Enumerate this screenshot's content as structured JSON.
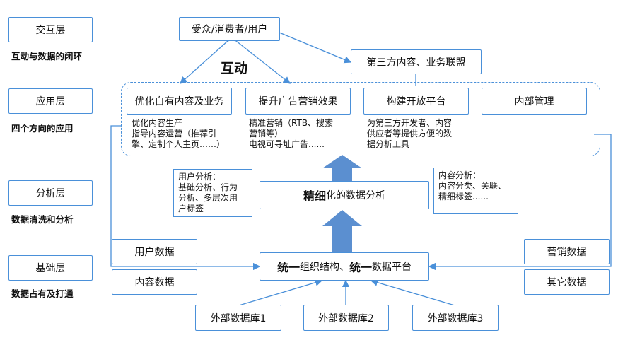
{
  "layers": [
    {
      "name": "交互层",
      "desc": "互动与数据的闭环"
    },
    {
      "name": "应用层",
      "desc": "四个方向的应用"
    },
    {
      "name": "分析层",
      "desc": "数据清洗和分析"
    },
    {
      "name": "基础层",
      "desc": "数据占有及打通"
    }
  ],
  "interaction": {
    "audience": "受众/消费者/用户",
    "third_party": "第三方内容、业务联盟",
    "interact_label": "互动"
  },
  "applications": [
    {
      "title": "优化自有内容及业务",
      "detail": "优化内容生产\n指导内容运营（推荐引\n擎、定制个人主页……）"
    },
    {
      "title": "提升广告营销效果",
      "detail": "精准营销（RTB、搜索\n营销等）\n电视可寻址广告......"
    },
    {
      "title": "构建开放平台",
      "detail": "为第三方开发者、内容\n供应者等提供方便的数\n据分析工具"
    },
    {
      "title": "内部管理",
      "detail": ""
    }
  ],
  "analysis": {
    "center_bold": "精细",
    "center_rest": "化的数据分析",
    "user_analysis": "用户分析：\n基础分析、行为\n分析、多层次用\n户标签",
    "content_analysis": "内容分析：\n内容分类、关联、\n精细标签......"
  },
  "foundation": {
    "bold1": "统一",
    "mid": "组织结构、",
    "bold2": "统一",
    "rest": "数据平台",
    "left_sources": [
      "用户数据",
      "内容数据"
    ],
    "right_sources": [
      "营销数据",
      "其它数据"
    ],
    "external_dbs": [
      "外部数据库1",
      "外部数据库2",
      "外部数据库3"
    ]
  },
  "colors": {
    "border": "#4a90d9",
    "arrow_fill": "#5b8fd0"
  }
}
